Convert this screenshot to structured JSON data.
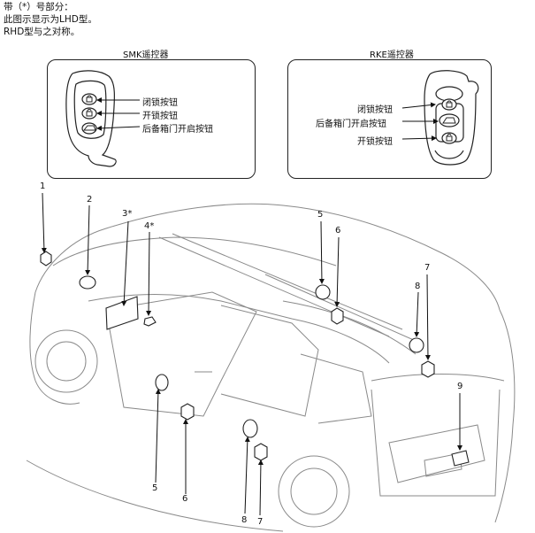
{
  "notes": {
    "line1": "带（*）号部分：",
    "line2": "此图示显示为LHD型。",
    "line3": "RHD型与之对称。"
  },
  "smk": {
    "title": "SMK遥控器",
    "lock": "闭锁按钮",
    "unlock": "开锁按钮",
    "tailgate": "后备箱门开启按钮"
  },
  "rke": {
    "title": "RKE遥控器",
    "lock": "闭锁按钮",
    "tailgate": "后备箱门开启按钮",
    "unlock": "开锁按钮"
  },
  "callouts": {
    "c1": "1",
    "c2": "2",
    "c3": "3*",
    "c4": "4*",
    "c5a": "5",
    "c6a": "6",
    "c7a": "7",
    "c8a": "8",
    "c9": "9",
    "c5b": "5",
    "c6b": "6",
    "c8b": "8",
    "c7b": "7"
  }
}
